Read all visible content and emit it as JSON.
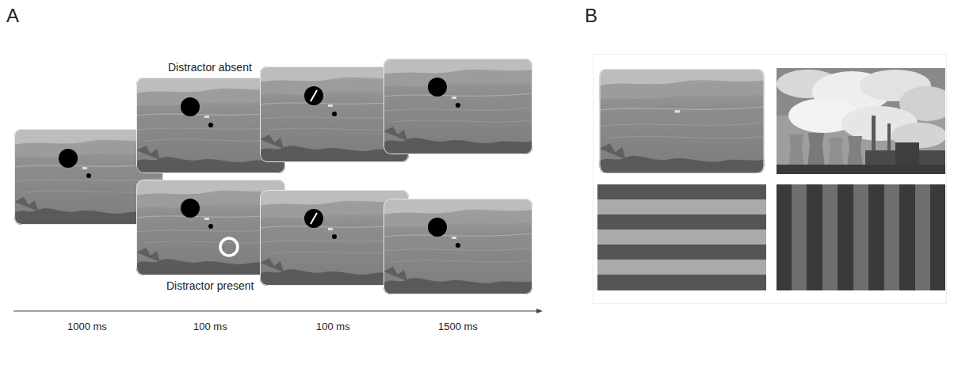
{
  "diagram": {
    "labels": [
      "A",
      "B",
      "Distractor absent",
      "Distractor present",
      "1000 ms",
      "100 ms",
      "100 ms",
      "1500 ms"
    ]
  }
}
